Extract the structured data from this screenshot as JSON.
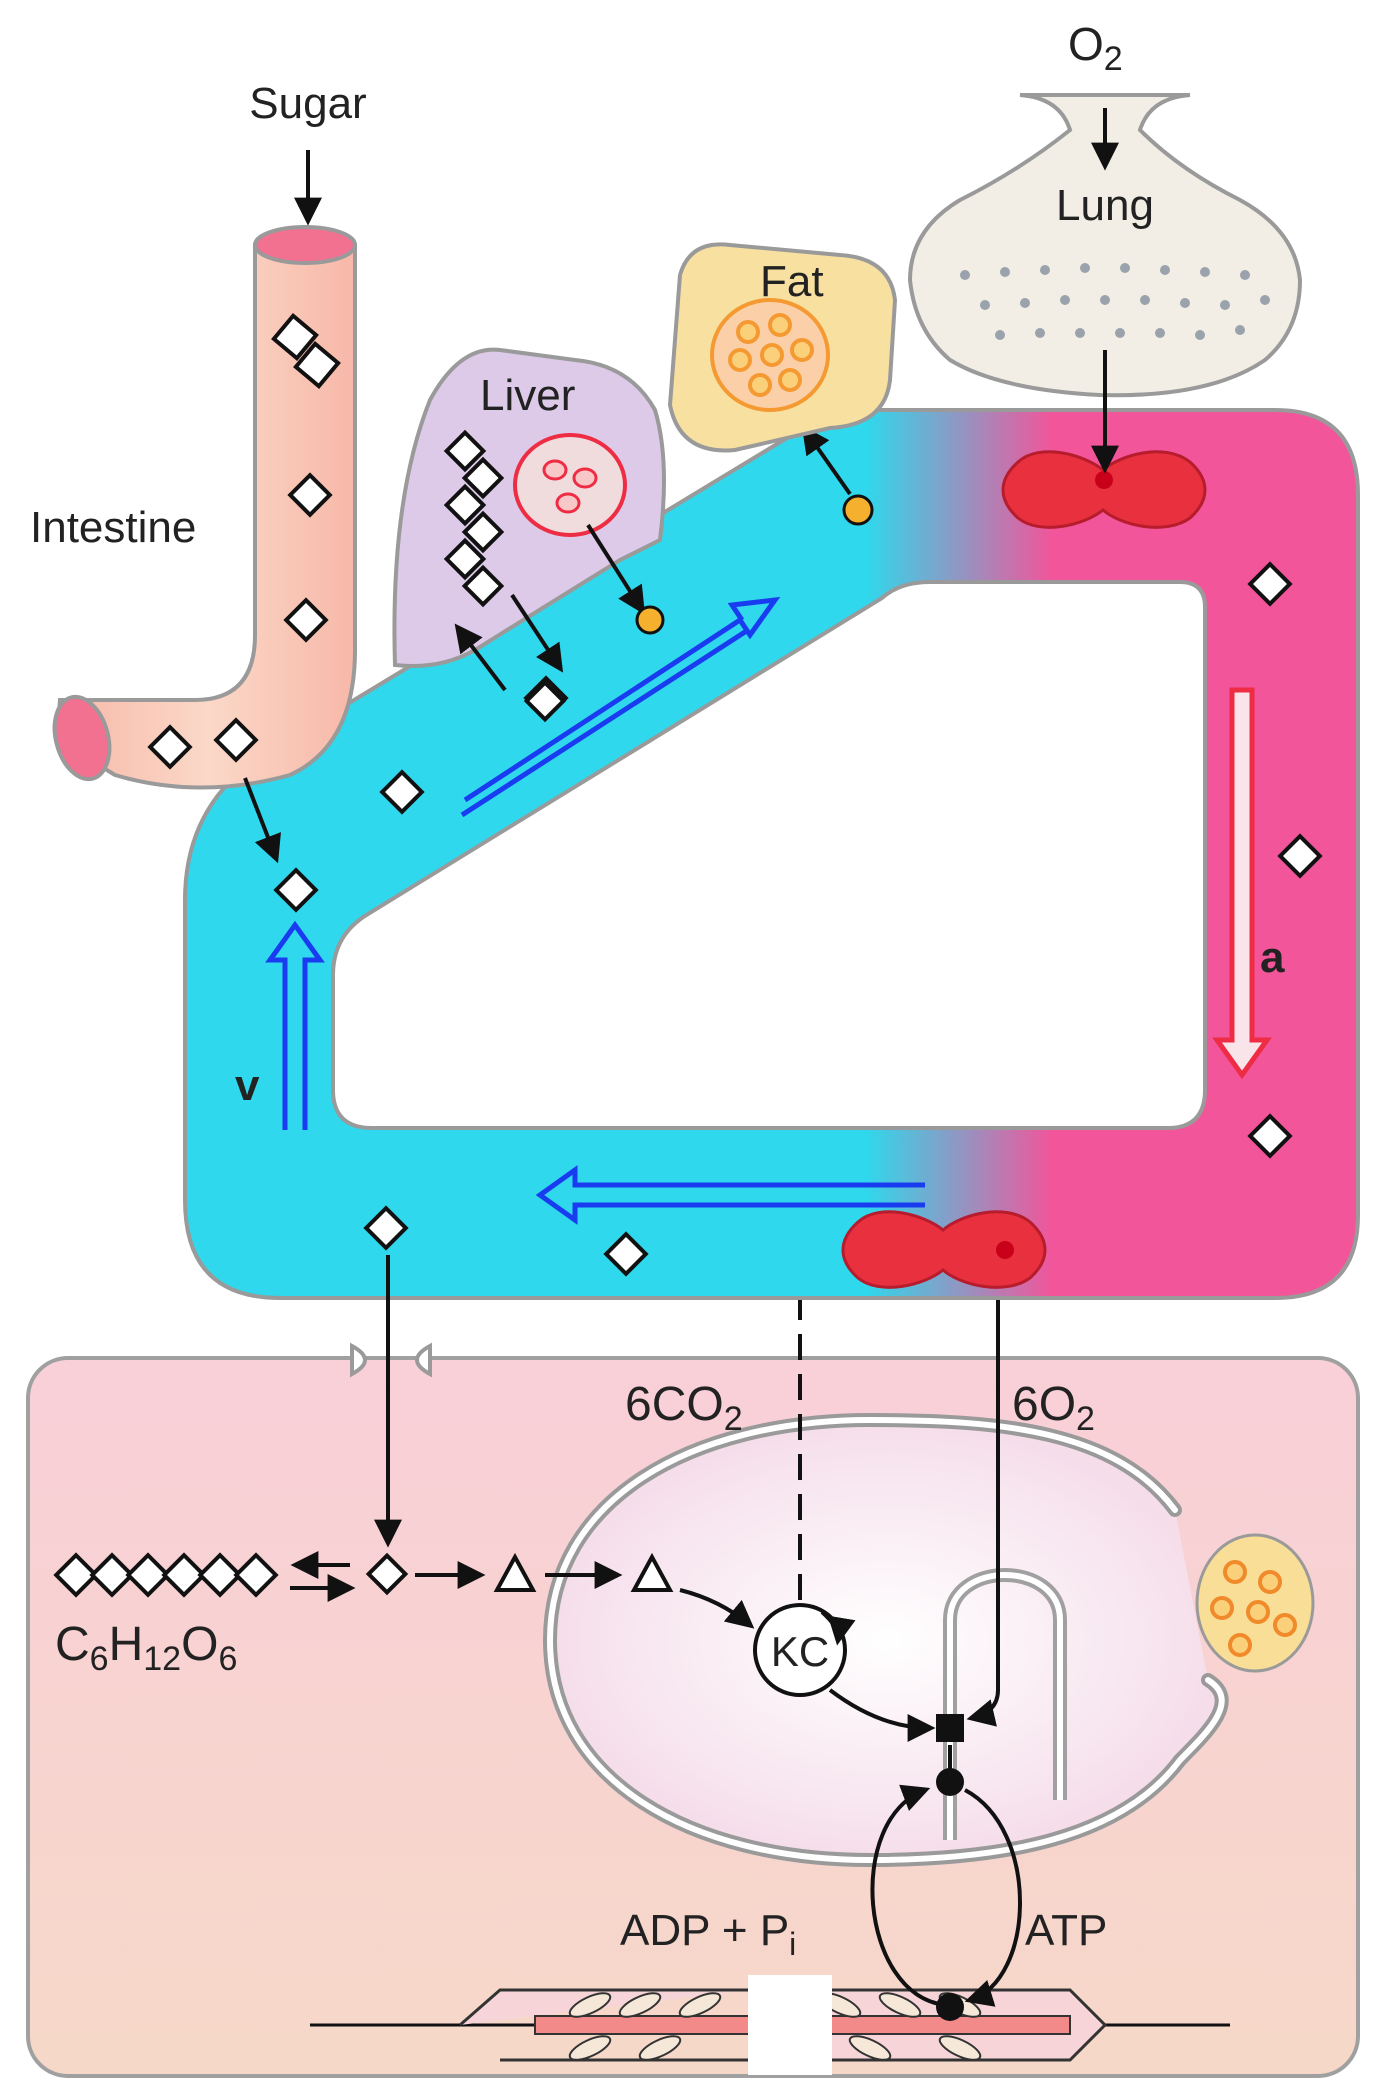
{
  "labels": {
    "sugar": "Sugar",
    "o2_top": "O",
    "o2_top_sub": "2",
    "lung": "Lung",
    "fat": "Fat",
    "liver": "Liver",
    "intestine": "Intestine",
    "arterial": "a",
    "venous": "v",
    "co2_prefix": "6CO",
    "co2_sub": "2",
    "o2_prefix": "6O",
    "o2_sub": "2",
    "glucose_c": "C",
    "glucose_c_sub": "6",
    "glucose_h": "H",
    "glucose_h_sub": "12",
    "glucose_o": "O",
    "glucose_o_sub": "6",
    "kc": "KC",
    "adp": "ADP + P",
    "adp_sub": "i",
    "atp": "ATP"
  },
  "colors": {
    "vein": "#2fd8ec",
    "artery": "#f2559a",
    "intestine": "#f9c8b8",
    "liver": "#ddc8e8",
    "fat": "#f8e0a0",
    "lung": "#f0ece4",
    "cell": "#f7d6d8",
    "rbc": "#e8303e",
    "blue_arrow": "#1a3cf0",
    "red_arrow": "#ee2c44",
    "fat_drop": "#f59a32",
    "yellow_dot": "#f5b02e"
  }
}
